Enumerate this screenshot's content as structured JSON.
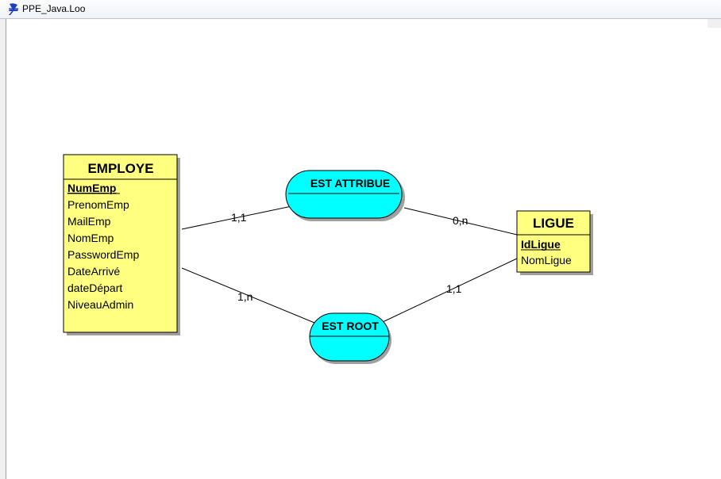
{
  "window": {
    "title": "PPE_Java.Loo",
    "icon": "looping-app-icon"
  },
  "diagram": {
    "entities": {
      "employe": {
        "name": "EMPLOYE",
        "identifier": "NumEmp",
        "attributes": [
          "PrenomEmp",
          "MailEmp",
          "NomEmp",
          "PasswordEmp",
          "DateArrivé",
          "dateDépart",
          "NiveauAdmin"
        ]
      },
      "ligue": {
        "name": "LIGUE",
        "identifier": "IdLigue",
        "attributes": [
          "NomLigue"
        ]
      }
    },
    "associations": {
      "est_attribue": {
        "name": "EST ATTRIBUE",
        "card_employe": "1,1",
        "card_ligue": "0,n"
      },
      "est_root": {
        "name": "EST ROOT",
        "card_employe": "1,n",
        "card_ligue": "1,1"
      }
    },
    "colors": {
      "entity_fill": "#ffff80",
      "association_fill": "#00ffff",
      "shadow": "#a0a0a0",
      "stroke": "#000000"
    }
  }
}
